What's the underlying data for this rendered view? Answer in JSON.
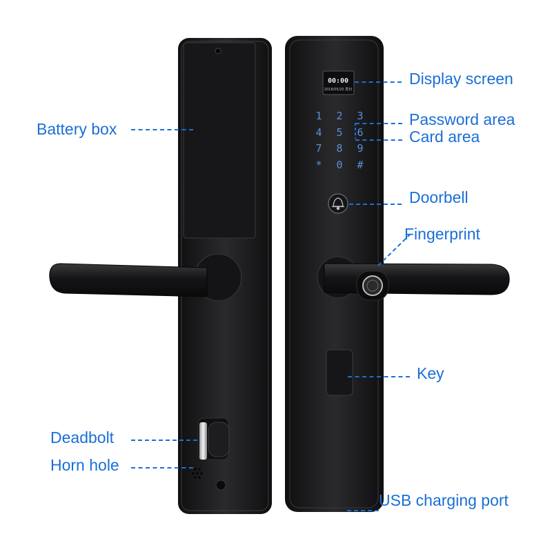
{
  "colors": {
    "label": "#1a6fd6",
    "panel": "#1b1b1d",
    "key_glow": "#5b8fd8",
    "screen_bg": "#0d0d0f",
    "screen_text": "#e8e8e8"
  },
  "display": {
    "time": "00:00",
    "date_line": "2018/05/20  周日"
  },
  "keypad": [
    "1",
    "2",
    "3",
    "4",
    "5",
    "6",
    "7",
    "8",
    "9",
    "*",
    "0",
    "#"
  ],
  "labels": {
    "display_screen": "Display screen",
    "password_area": "Password area",
    "card_area": "Card area",
    "battery_box": "Battery box",
    "doorbell": "Doorbell",
    "fingerprint": "Fingerprint",
    "key": "Key",
    "deadbolt": "Deadbolt",
    "horn_hole": "Horn hole",
    "usb_charging_port": "USB charging  port"
  },
  "icons": {
    "doorbell": "bell-icon",
    "fingerprint": "fingerprint-icon"
  }
}
